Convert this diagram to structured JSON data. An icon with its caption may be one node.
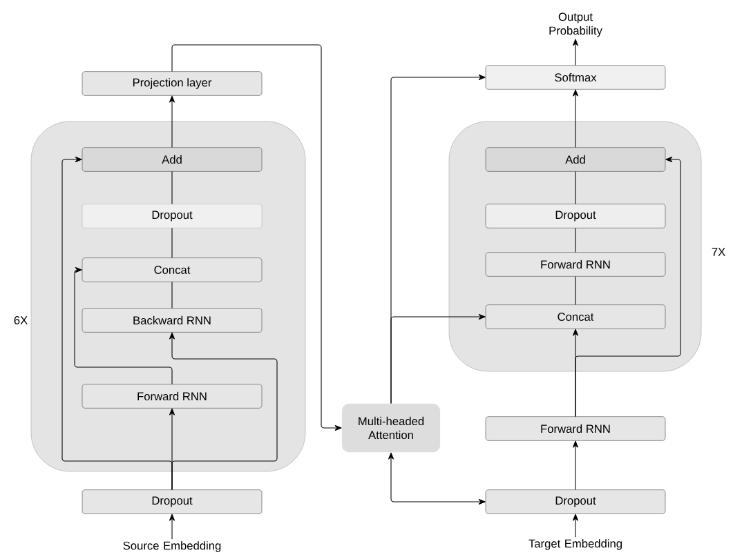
{
  "diagram": {
    "nodes": [
      {
        "text": [],
        "shape": "box",
        "beside": [
          "6X"
        ]
      },
      {
        "text": [
          "Projection layer"
        ]
      },
      {
        "text": [
          "Add"
        ],
        "in": 0
      },
      {
        "text": [
          "Dropout"
        ],
        "in": 0
      },
      {
        "text": [
          "Concat"
        ],
        "in": 0
      },
      {
        "text": [
          "Backward RNN"
        ],
        "in": 0
      },
      {
        "text": [
          "Forward RNN"
        ],
        "in": 0
      },
      {
        "text": [
          "Dropout"
        ]
      },
      {
        "text": [
          "Source Embedding"
        ]
      },
      {
        "text": [
          "Multi-headed Attention"
        ]
      },
      {
        "text": [],
        "shape": "box",
        "beside": [
          "7X"
        ]
      },
      {
        "text": [
          "Softmax"
        ]
      },
      {
        "text": [
          "Add"
        ],
        "in": 10
      },
      {
        "text": [
          "Dropout"
        ],
        "in": 10
      },
      {
        "text": [
          "Forward RNN"
        ],
        "in": 10
      },
      {
        "text": [
          "Concat"
        ],
        "in": 10
      },
      {
        "text": [
          "Forward RNN"
        ]
      },
      {
        "text": [
          "Dropout"
        ]
      },
      {
        "text": [
          "Target Embedding"
        ]
      },
      {
        "text": [
          "Output Probability"
        ]
      }
    ],
    "edges": [
      {
        "from": 8,
        "to": 7,
        "arrow": "to"
      },
      {
        "from": 7,
        "to": 6,
        "arrow": "to"
      },
      {
        "from": 7,
        "to": 2,
        "arrow": "to"
      },
      {
        "from": 7,
        "to": 5,
        "arrow": "to"
      },
      {
        "from": 6,
        "to": 4,
        "arrow": "to"
      },
      {
        "from": 5,
        "to": 4,
        "arrow": "none"
      },
      {
        "from": 4,
        "to": 3,
        "arrow": "none"
      },
      {
        "from": 3,
        "to": 2,
        "arrow": "none"
      },
      {
        "from": 2,
        "to": 1,
        "arrow": "to"
      },
      {
        "from": 1,
        "to": 9,
        "arrow": "to"
      },
      {
        "from": 18,
        "to": 17,
        "arrow": "to"
      },
      {
        "from": 17,
        "to": 16,
        "arrow": "to"
      },
      {
        "from": 16,
        "to": 15,
        "arrow": "to"
      },
      {
        "from": 16,
        "to": 12,
        "arrow": "to"
      },
      {
        "from": 15,
        "to": 14,
        "arrow": "none"
      },
      {
        "from": 14,
        "to": 13,
        "arrow": "none"
      },
      {
        "from": 13,
        "to": 12,
        "arrow": "none"
      },
      {
        "from": 12,
        "to": 11,
        "arrow": "to"
      },
      {
        "from": 11,
        "to": 19,
        "arrow": "to"
      },
      {
        "from": 9,
        "to": 17,
        "arrow": "both"
      },
      {
        "from": 9,
        "to": 15,
        "arrow": "to"
      },
      {
        "from": 9,
        "to": 11,
        "arrow": "to"
      }
    ]
  }
}
